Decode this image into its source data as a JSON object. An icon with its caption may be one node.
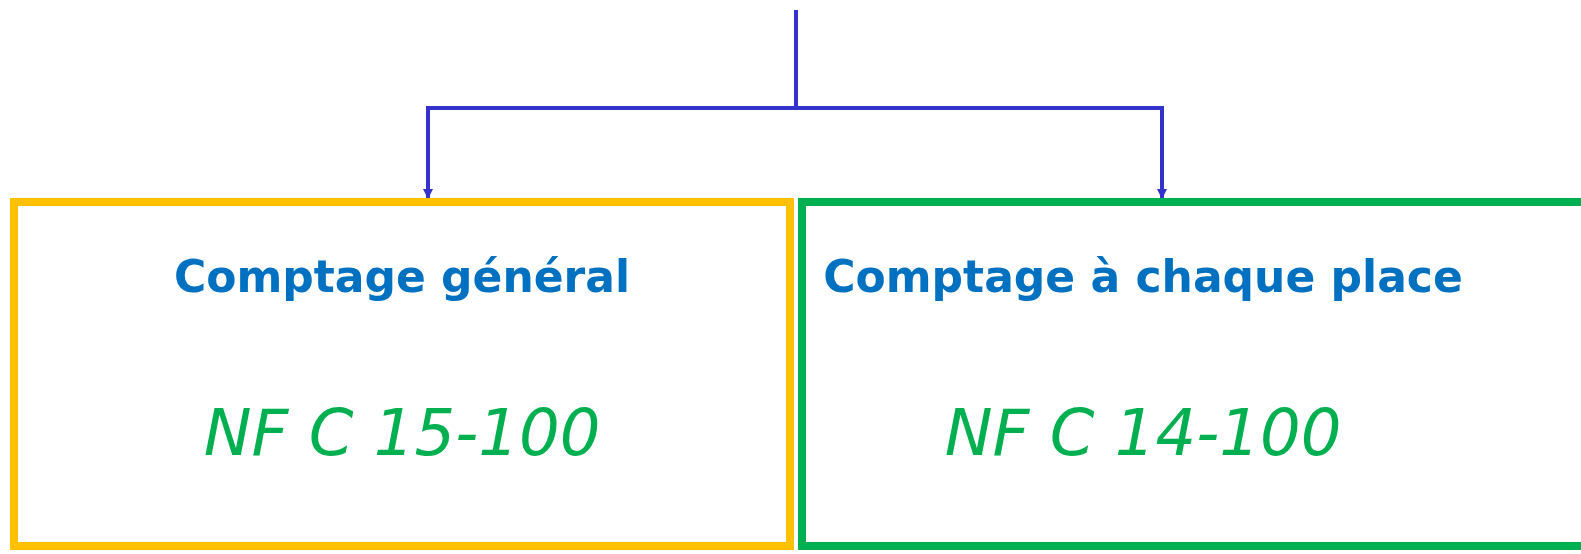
{
  "diagram": {
    "nodes": [
      {
        "text": [
          "Comptage général",
          "NF C 15-100"
        ]
      },
      {
        "text": [
          "Comptage à chaque place",
          "NF C 14-100"
        ]
      }
    ],
    "edges": [
      {
        "from": null,
        "to": 0,
        "arrow": "to"
      },
      {
        "from": null,
        "to": 1,
        "arrow": "to"
      }
    ]
  }
}
